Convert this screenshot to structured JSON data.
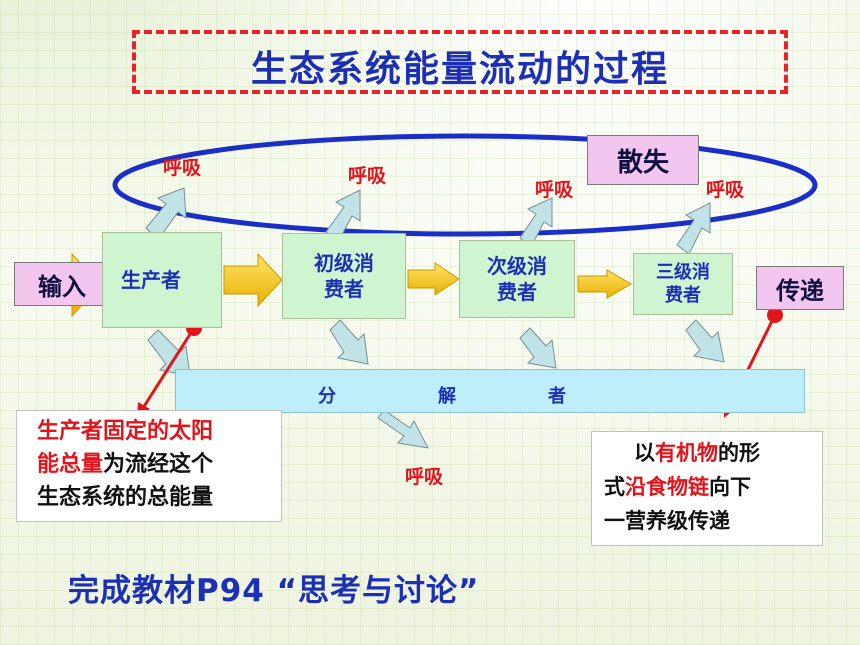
{
  "title": "生态系统能量流动的过程",
  "labels": {
    "input": "输入",
    "dissipation": "散失",
    "transfer": "传递",
    "respiration": "呼吸"
  },
  "nodes": {
    "producer": "生产者",
    "primary_consumer": [
      "初级消",
      "费者"
    ],
    "secondary_consumer": [
      "次级消",
      "费者"
    ],
    "tertiary_consumer": [
      "三级消",
      "费者"
    ]
  },
  "decomposer": [
    "分",
    "解",
    "者"
  ],
  "note_left": {
    "line1_red": "生产者固定的太阳",
    "line2_red": "能总量",
    "line2_rest": "为流经这个",
    "line3": "生态系统的总能量"
  },
  "note_right": {
    "part1": "以",
    "part2_red": "有机物",
    "part3": "的形",
    "part4": "式",
    "part5_red": "沿食物链",
    "part6": "向下",
    "part7": "一营养级传递"
  },
  "footer": "完成教材P94 “思考与讨论”",
  "colors": {
    "title_blue": "#1c2fb5",
    "accent_red": "#e2141b",
    "ellipse_blue": "#1b2fc8",
    "node_green": "#cff5d0",
    "decomposer_cyan": "#bdeefa",
    "tag_pink": "#f3c6f0",
    "arrow_gold": "#f4c300"
  }
}
